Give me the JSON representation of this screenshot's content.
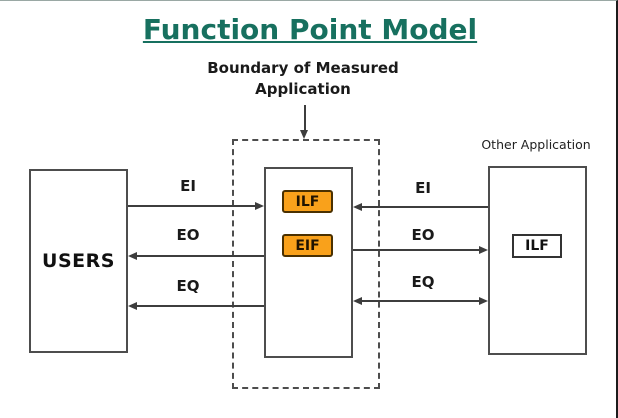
{
  "title": "Function Point Model",
  "boundary_label": {
    "line1": "Boundary of Measured",
    "line2": "Application"
  },
  "users": {
    "label": "USERS"
  },
  "measured_application": {
    "ilf_label": "ILF",
    "eif_label": "EIF"
  },
  "other_application": {
    "caption": "Other Application",
    "ilf_label": "ILF"
  },
  "flows": {
    "left": [
      {
        "label": "EI"
      },
      {
        "label": "EO"
      },
      {
        "label": "EQ"
      }
    ],
    "right": [
      {
        "label": "EI"
      },
      {
        "label": "EO"
      },
      {
        "label": "EQ"
      }
    ]
  },
  "colors": {
    "title": "#17705F",
    "file_fill": "#F9A11B",
    "file_border": "#4A3000",
    "line": "#3d3d3d",
    "box_border": "#4d4d4d"
  }
}
